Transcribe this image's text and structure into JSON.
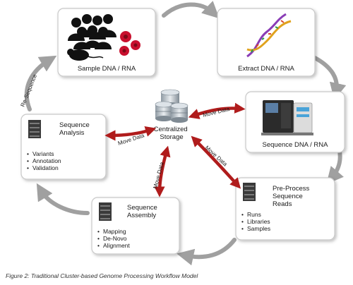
{
  "nodes": {
    "sample": {
      "label": "Sample DNA / RNA",
      "icon": "people-mouse-cells-icon"
    },
    "extract": {
      "label": "Extract DNA / RNA",
      "icon": "dna-helix-icon"
    },
    "sequence": {
      "label": "Sequence DNA / RNA",
      "icon": "sequencer-machine-icon"
    },
    "preprocess": {
      "title_lines": [
        "Pre-Process",
        "Sequence",
        "Reads"
      ],
      "bullets": [
        "Runs",
        "Libraries",
        "Samples"
      ],
      "icon": "server-rack-icon"
    },
    "assembly": {
      "title_lines": [
        "Sequence",
        "Assembly"
      ],
      "bullets": [
        "Mapping",
        "De-Novo",
        "Alignment"
      ],
      "icon": "server-rack-icon"
    },
    "analysis": {
      "title_lines": [
        "Sequence",
        "Analysis"
      ],
      "bullets": [
        "Variants",
        "Annotation",
        "Validation"
      ],
      "icon": "server-rack-icon"
    },
    "storage": {
      "title_lines": [
        "Centralized",
        "Storage"
      ],
      "icon": "database-stack-icon"
    }
  },
  "arrows": {
    "move_data": "Move Data",
    "re_sequence": "Re-Sequence"
  },
  "colors": {
    "box_border": "#c8c8c8",
    "cycle_arrow": "#a0a0a0",
    "move_arrow": "#b01c1c"
  },
  "caption": "Figure 2: Traditional Cluster-based Genome Processing Workflow Model"
}
